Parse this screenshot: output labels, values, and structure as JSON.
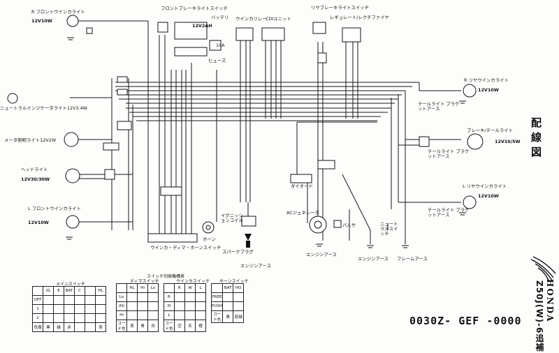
{
  "labels": {
    "r_front_winker": "R フロントウインカライト",
    "r_front_winker_spec": "12V10W",
    "front_brake_sw": "フロントブレーキライトスイッチ",
    "battery": "バッテリ",
    "battery_spec": "12V2AH",
    "fuse": "ヒューズ",
    "fuse_spec": "10A",
    "winker_relay": "ウインカリレー",
    "cdi_unit": "CDIユニット",
    "rear_brake_sw": "リヤブレーキライトスイッチ",
    "regulator": "レギュレート/レクチファイヤ",
    "r_rear_winker": "R リヤウインカライト",
    "r_rear_winker_spec": "12V10W",
    "neutral_indicator": "ニュートラルインジケータライト12V3.4W",
    "tail_bracket_earth_1": "テールライト ブラケットアース",
    "meter_light": "メータ照明ライト12V2W",
    "brake_tail": "ブレーキ/テールライト",
    "brake_tail_spec": "12V10/5W",
    "tail_bracket_earth_2": "テールライト ブラケットアース",
    "headlight": "ヘッドライト",
    "headlight_spec": "12V30/30W",
    "diode": "ダイオード",
    "l_rear_winker": "L リヤウインカライト",
    "l_rear_winker_spec": "12V10W",
    "tail_bracket_earth_3": "テールライト ブラケットアース",
    "l_front_winker": "L フロントウインカライト",
    "l_front_winker_spec": "12V10W",
    "ignition_coil": "イグニッションコイル",
    "ac_generator": "ACジェネレータ",
    "pulser": "パルサ",
    "neutral_sw": "ニュートラルスイッチ",
    "horn": "ホーン",
    "spark_plug": "スパークプラグ",
    "engine_earth_1": "エンジンアース",
    "engine_earth_2": "エンジンアース",
    "engine_earth_3": "エンジンアース",
    "frame_earth": "フレームアース",
    "winker_dimmer_horn_sw": "ウインカ・ディマ・ホーンスイッチ",
    "diagram_title": "配線図",
    "model": "Z50J(W)-6追補",
    "brand": "HONDA",
    "part_number": "0030Z- GEF -0000",
    "switch_table_title": "スイッチ切換機構表"
  },
  "main_switch": {
    "title": "メインスイッチ",
    "headers": [
      "",
      "IG",
      "E",
      "BAT",
      "C",
      "",
      "HL"
    ],
    "rows": [
      [
        "OFF",
        "",
        "",
        "",
        "",
        "",
        ""
      ],
      [
        "1",
        "",
        "",
        "",
        "",
        "",
        ""
      ],
      [
        "2",
        "",
        "",
        "",
        "",
        "",
        ""
      ],
      [
        "色識",
        "黒",
        "緑",
        "赤",
        "",
        "",
        "茶"
      ]
    ]
  },
  "dimmer_switch": {
    "title": "ディマスイッチ",
    "headers": [
      "",
      "HL",
      "Hi",
      "Lo"
    ],
    "rows": [
      [
        "Lo",
        "",
        "",
        ""
      ],
      [
        "(N)",
        "",
        "",
        ""
      ],
      [
        "Hi",
        "",
        "",
        ""
      ],
      [
        "コード色",
        "茶",
        "青",
        "白"
      ]
    ]
  },
  "winker_switch": {
    "title": "ウインカスイッチ",
    "headers": [
      "",
      "R",
      "W",
      "L"
    ],
    "rows": [
      [
        "R",
        "",
        "",
        ""
      ],
      [
        "N",
        "",
        "",
        ""
      ],
      [
        "L",
        "",
        "",
        ""
      ],
      [
        "コード色",
        "空",
        "灰",
        "橙"
      ]
    ]
  },
  "horn_switch": {
    "title": "ホーンスイッチ",
    "headers": [
      "",
      "BAT",
      "HO"
    ],
    "rows": [
      [
        "FREE",
        "",
        ""
      ],
      [
        "PUSH",
        "",
        ""
      ],
      [
        "コード色",
        "黒",
        "若緑"
      ]
    ]
  }
}
